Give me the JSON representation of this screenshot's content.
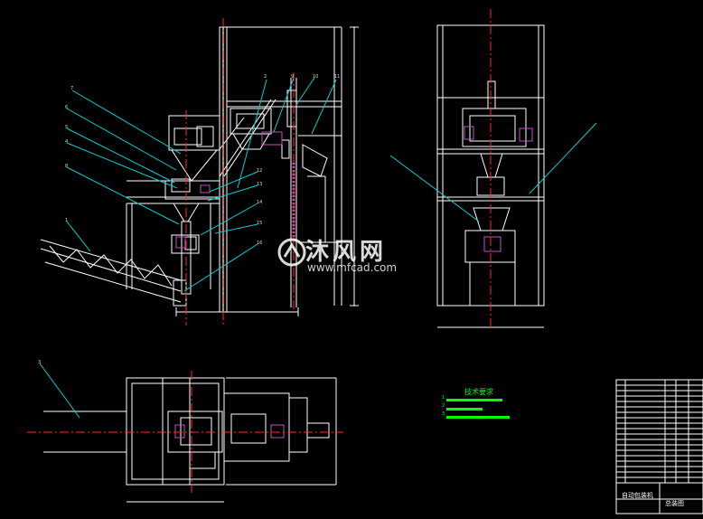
{
  "colors": {
    "background": "#000000",
    "linework": "#ffffff",
    "leaders": "#00d0d0",
    "centerline": "#ff2a2a",
    "magenta": "#c050c0",
    "notes": "#00ff00",
    "labels": "#d8d8d8"
  },
  "watermark": {
    "text_cn": "沐风网",
    "url": "www.mfcad.com",
    "logo_icon": "mfcad-logo-icon"
  },
  "callouts": [
    "7",
    "6",
    "5",
    "4",
    "8",
    "1",
    "2",
    "9",
    "10",
    "11",
    "12",
    "13",
    "14",
    "15",
    "16",
    "3"
  ],
  "notes": {
    "title": "技术要求",
    "items": [
      "1",
      "2",
      "3"
    ]
  },
  "title_block": {
    "drawing_title": "自动包装机",
    "drawing_no": "总装图"
  }
}
